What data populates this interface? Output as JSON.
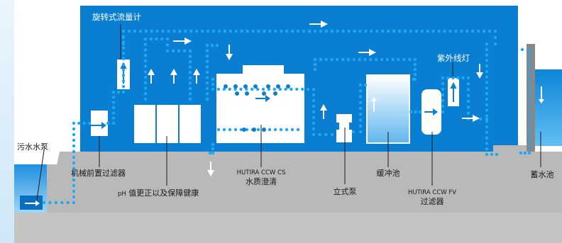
{
  "labels": {
    "rotameter": "旋转式流量计",
    "uv_lamp": "紫外线灯",
    "sewage_pump": "污水水泵",
    "mech_prefilter": "机械前置过滤器",
    "ph_prefix": "pH",
    "ph_text": "值更正以及保障健康",
    "ccw_cs_model": "HUTIRA CCW CS",
    "ccw_cs_name": "水质澄清",
    "vertical_pump": "立式泵",
    "buffer_tank": "缓冲池",
    "ccw_fv_model": "HUTIRA CCW FV",
    "ccw_fv_name": "过滤器",
    "storage_tank": "蓄水池"
  },
  "colors": {
    "panel_blue": "#0a7fd1",
    "flow_dots": "#1ea8f0",
    "ground_gray": "#b9b9b9",
    "water_light": "#cfe9f8",
    "equipment_white": "#ffffff",
    "arrow_white": "#ffffff"
  }
}
